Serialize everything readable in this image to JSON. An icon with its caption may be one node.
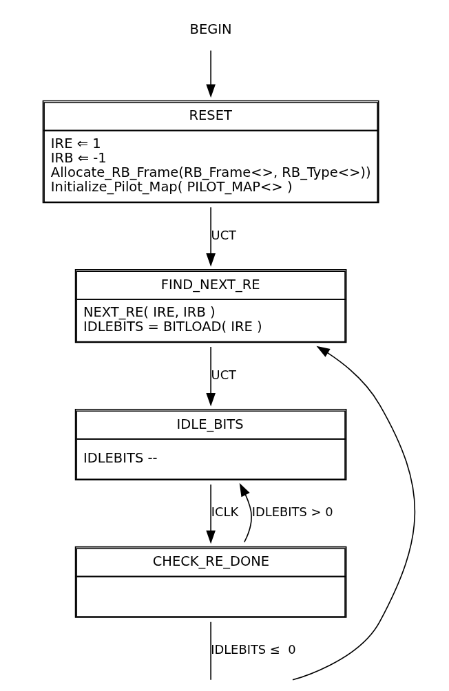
{
  "diagram": {
    "nodes": [
      {
        "text": [
          "BEGIN"
        ]
      },
      {
        "text": [
          "RESET",
          "IRE ⇐ 1",
          "IRB ⇐ -1",
          "Allocate_RB_Frame(RB_Frame<>, RB_Type<>))",
          "Initialize_Pilot_Map( PILOT_MAP<> )"
        ]
      },
      {
        "text": [
          "FIND_NEXT_RE",
          "NEXT_RE( IRE, IRB )",
          "IDLEBITS = BITLOAD( IRE )"
        ]
      },
      {
        "text": [
          "IDLE_BITS",
          "IDLEBITS --"
        ]
      },
      {
        "text": [
          "CHECK_RE_DONE"
        ]
      }
    ],
    "edges": [
      {
        "from": 0,
        "to": 1,
        "arrow": "to"
      },
      {
        "from": 1,
        "to": 2,
        "label": "UCT",
        "arrow": "to"
      },
      {
        "from": 2,
        "to": 3,
        "label": "UCT",
        "arrow": "to"
      },
      {
        "from": 3,
        "to": 4,
        "label": "ICLK",
        "arrow": "to"
      },
      {
        "from": 4,
        "to": 3,
        "label": "IDLEBITS > 0",
        "arrow": "to"
      },
      {
        "from": 4,
        "to": null,
        "label": "IDLEBITS ≤  0",
        "arrow": "none"
      },
      {
        "from": null,
        "to": 2,
        "arrow": "to"
      }
    ]
  }
}
